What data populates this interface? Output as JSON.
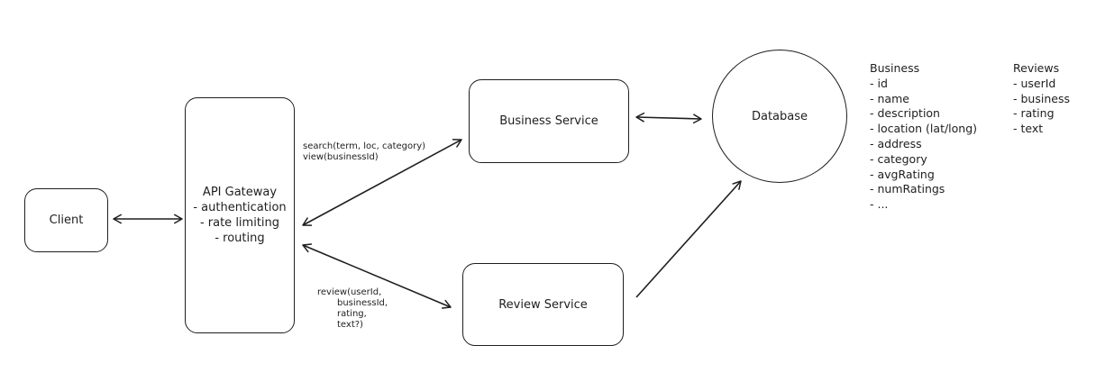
{
  "nodes": {
    "client": {
      "label": "Client"
    },
    "gateway": {
      "title": "API Gateway",
      "items": [
        "- authentication",
        "- rate limiting",
        "- routing"
      ]
    },
    "business_service": {
      "label": "Business Service"
    },
    "review_service": {
      "label": "Review Service"
    },
    "database": {
      "label": "Database"
    }
  },
  "edge_labels": {
    "search": [
      "search(term, loc, category)",
      "view(businessId)"
    ],
    "review": [
      "review(userId,",
      "businessId,",
      "rating,",
      "text?)"
    ]
  },
  "schemas": {
    "business": {
      "title": "Business",
      "fields": [
        "- id",
        "- name",
        "- description",
        "- location (lat/long)",
        "- address",
        "- category",
        "- avgRating",
        "- numRatings",
        "- ..."
      ]
    },
    "reviews": {
      "title": "Reviews",
      "fields": [
        "- userId",
        "- business",
        "- rating",
        "- text"
      ]
    }
  },
  "colors": {
    "stroke": "#1e1e1e",
    "background": "#ffffff"
  }
}
